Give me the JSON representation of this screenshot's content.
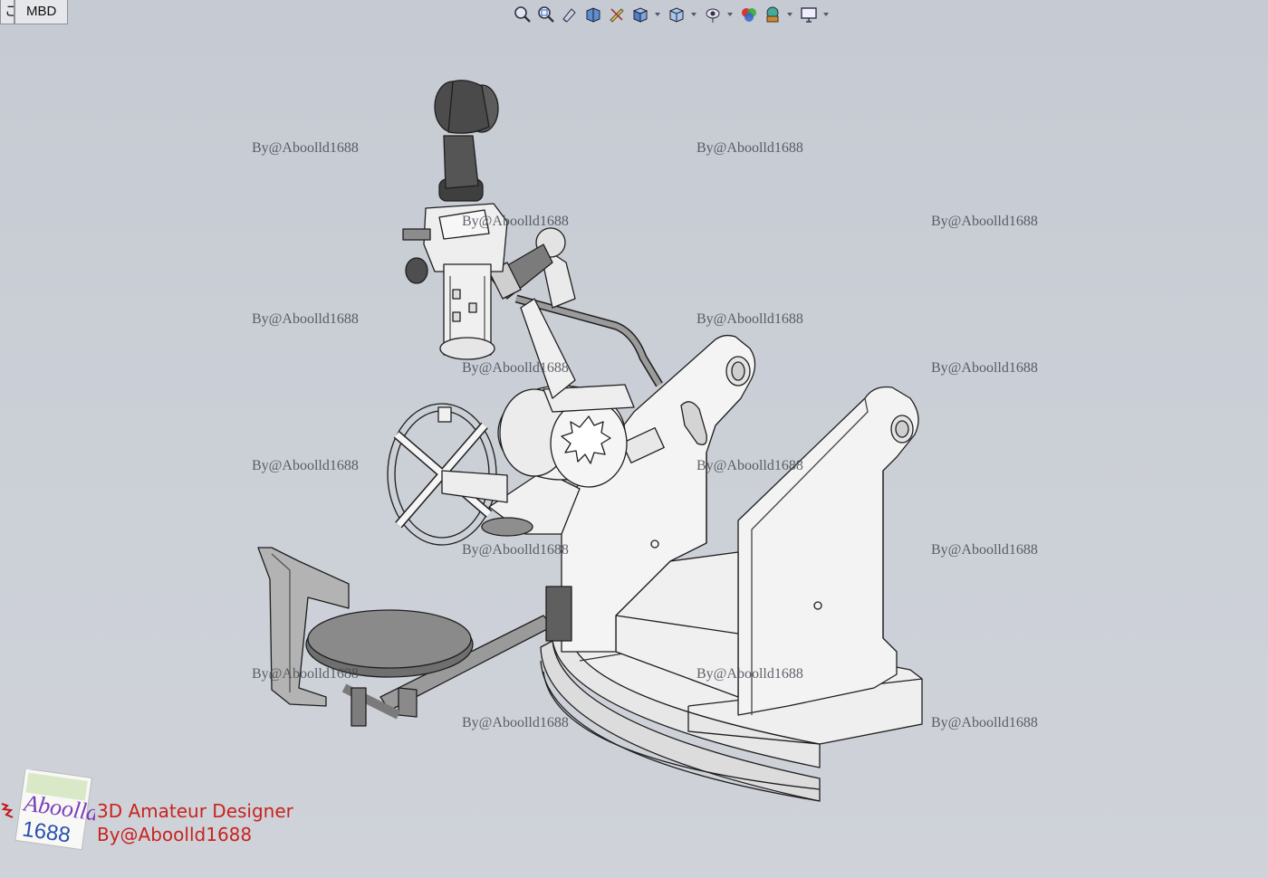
{
  "tabs": [
    {
      "label": "こ"
    },
    {
      "label": "MBD"
    }
  ],
  "hud_icons": [
    "zoom-to-fit-icon",
    "zoom-to-area-icon",
    "previous-view-icon",
    "section-view-icon",
    "dynamic-annotation-icon",
    "view-orientation-icon",
    "display-style-icon",
    "hide-show-items-icon",
    "edit-appearance-icon",
    "apply-scene-icon",
    "view-settings-icon"
  ],
  "watermarks": {
    "text": "By@Aboolld1688"
  },
  "logo": {
    "line1": "Aboolld",
    "line2": "1688"
  },
  "branding": {
    "title": "3D Amateur Designer",
    "handle": "By@Aboolld1688"
  },
  "colors": {
    "viewport": "#cacdd4",
    "part_light": "#f2f2f2",
    "part_dark": "#6b6b6b",
    "brand_red": "#c8231f"
  }
}
